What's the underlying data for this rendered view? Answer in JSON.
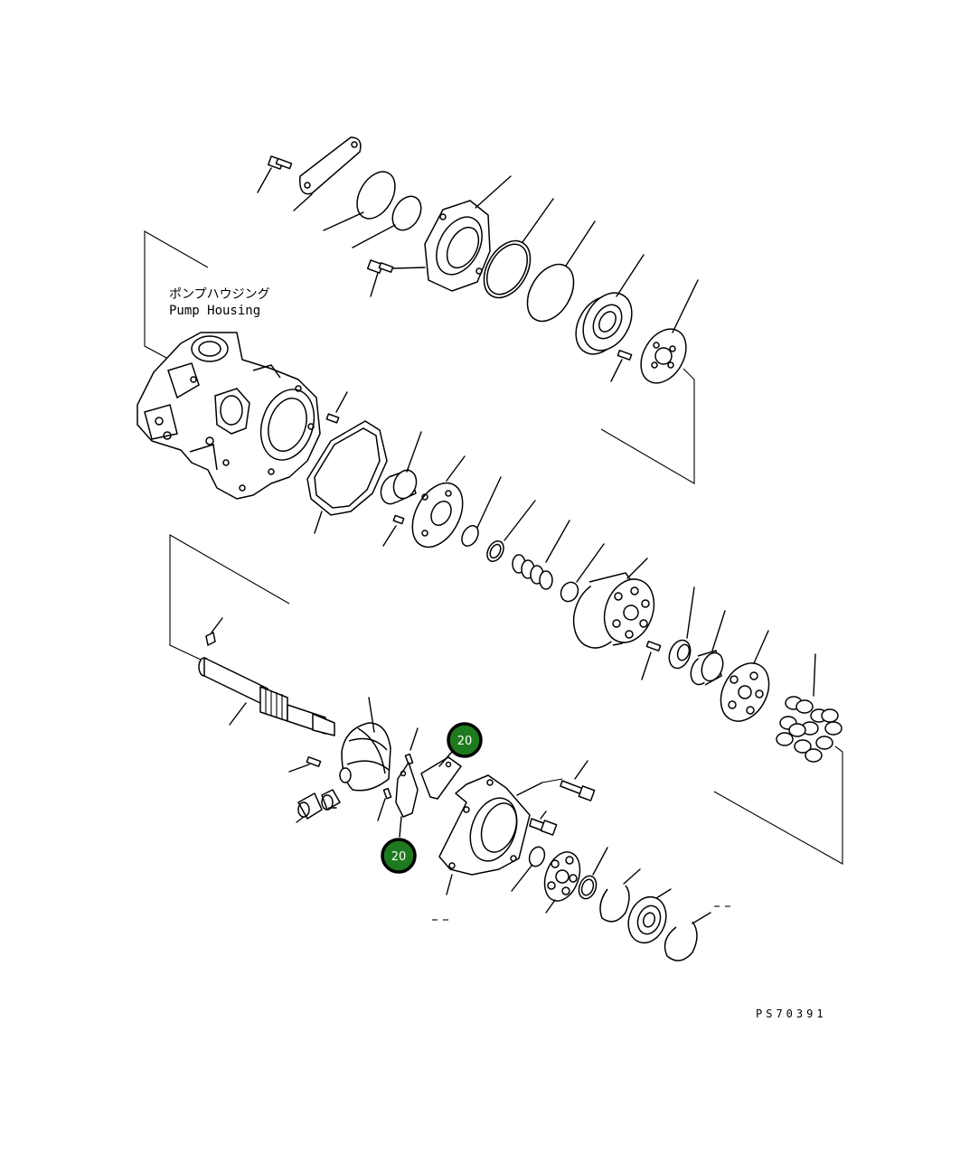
{
  "labels": {
    "housing_jp": "ポンプハウジング",
    "housing_en": "Pump Housing",
    "drawing_code": "PS70391"
  },
  "callouts": [
    {
      "id": "callout-upper",
      "text": "20"
    },
    {
      "id": "callout-lower",
      "text": "20"
    }
  ],
  "colors": {
    "callout_fill": "#1e7a1e",
    "line": "#000000",
    "background": "#ffffff"
  }
}
